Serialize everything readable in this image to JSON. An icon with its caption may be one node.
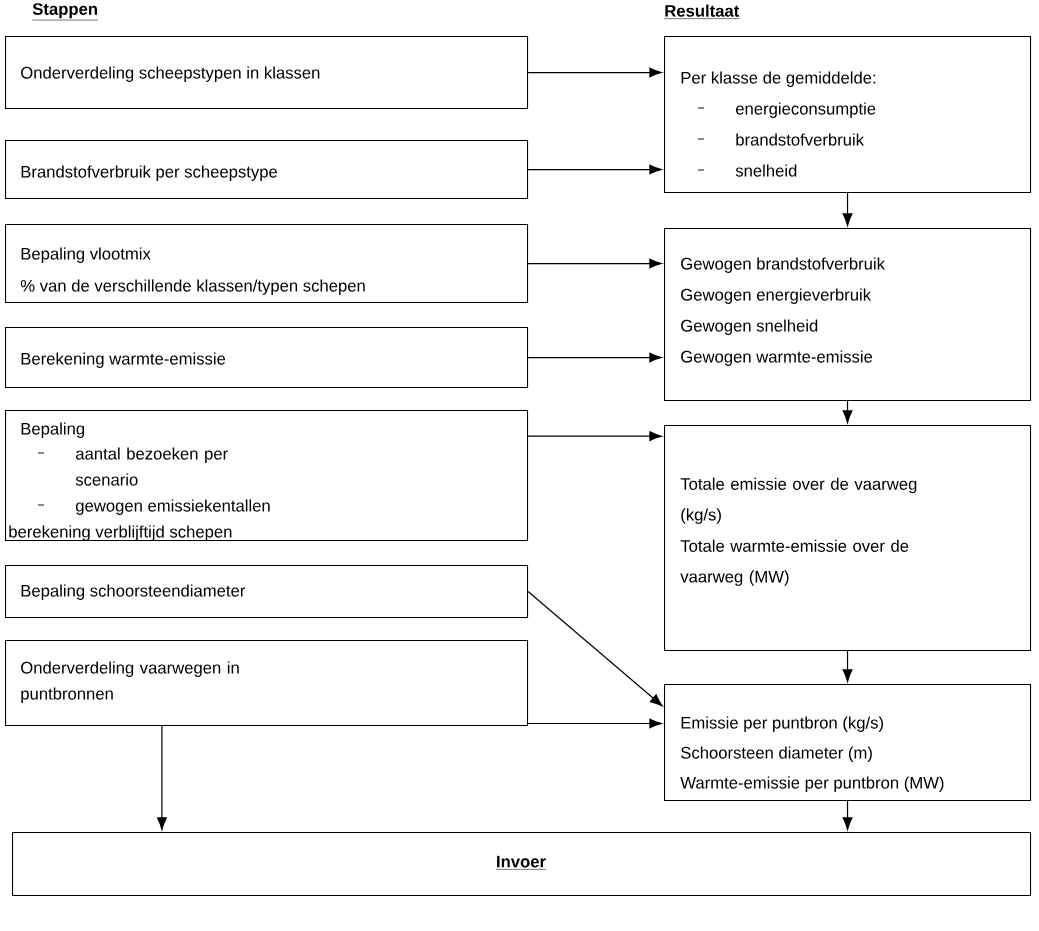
{
  "diagram": {
    "nodes": [
      {
        "text": [
          "Onderverdeling scheepstypen in klassen"
        ]
      },
      {
        "text": [
          "Brandstofverbruik per scheepstype"
        ]
      },
      {
        "text": [
          "Bepaling vlootmix",
          "% van de verschillende klassen/typen schepen"
        ]
      },
      {
        "text": [
          "Berekening warmte-emissie"
        ]
      },
      {
        "text": [
          "Bepaling",
          "aantal bezoeken per scenario",
          "gewogen emissiekentallen",
          "berekening verblijftijd schepen"
        ]
      },
      {
        "text": [
          "Bepaling schoorsteendiameter"
        ]
      },
      {
        "text": [
          "Onderverdeling vaarwegen in puntbronnen"
        ]
      },
      {
        "text": [
          "Per klasse de gemiddelde:",
          "energieconsumptie",
          "brandstofverbruik",
          "snelheid"
        ]
      },
      {
        "text": [
          "Gewogen brandstofverbruik",
          "Gewogen energieverbruik",
          "Gewogen snelheid",
          "Gewogen warmte-emissie"
        ]
      },
      {
        "text": [
          "Totale emissie over de vaarweg (kg/s)",
          "Totale warmte-emissie over de vaarweg (MW)"
        ]
      },
      {
        "text": [
          "Emissie per puntbron (kg/s)",
          "Schoorsteen diameter (m)",
          "Warmte-emissie per puntbron (MW)"
        ]
      },
      {
        "text": [
          "Invoer"
        ]
      }
    ],
    "edges": [
      {
        "from": 0,
        "to": 7,
        "arrow": "to"
      },
      {
        "from": 1,
        "to": 7,
        "arrow": "to"
      },
      {
        "from": 7,
        "to": 8,
        "arrow": "to"
      },
      {
        "from": 2,
        "to": 8,
        "arrow": "to"
      },
      {
        "from": 3,
        "to": 8,
        "arrow": "to"
      },
      {
        "from": 8,
        "to": 9,
        "arrow": "to"
      },
      {
        "from": 4,
        "to": 9,
        "arrow": "to"
      },
      {
        "from": 9,
        "to": 10,
        "arrow": "to"
      },
      {
        "from": 5,
        "to": 10,
        "arrow": "to"
      },
      {
        "from": 6,
        "to": 10,
        "arrow": "to"
      },
      {
        "from": 6,
        "to": 11,
        "arrow": "to"
      },
      {
        "from": 10,
        "to": 11,
        "arrow": "to"
      }
    ],
    "labels": [
      "Stappen",
      "Resultaat"
    ]
  }
}
